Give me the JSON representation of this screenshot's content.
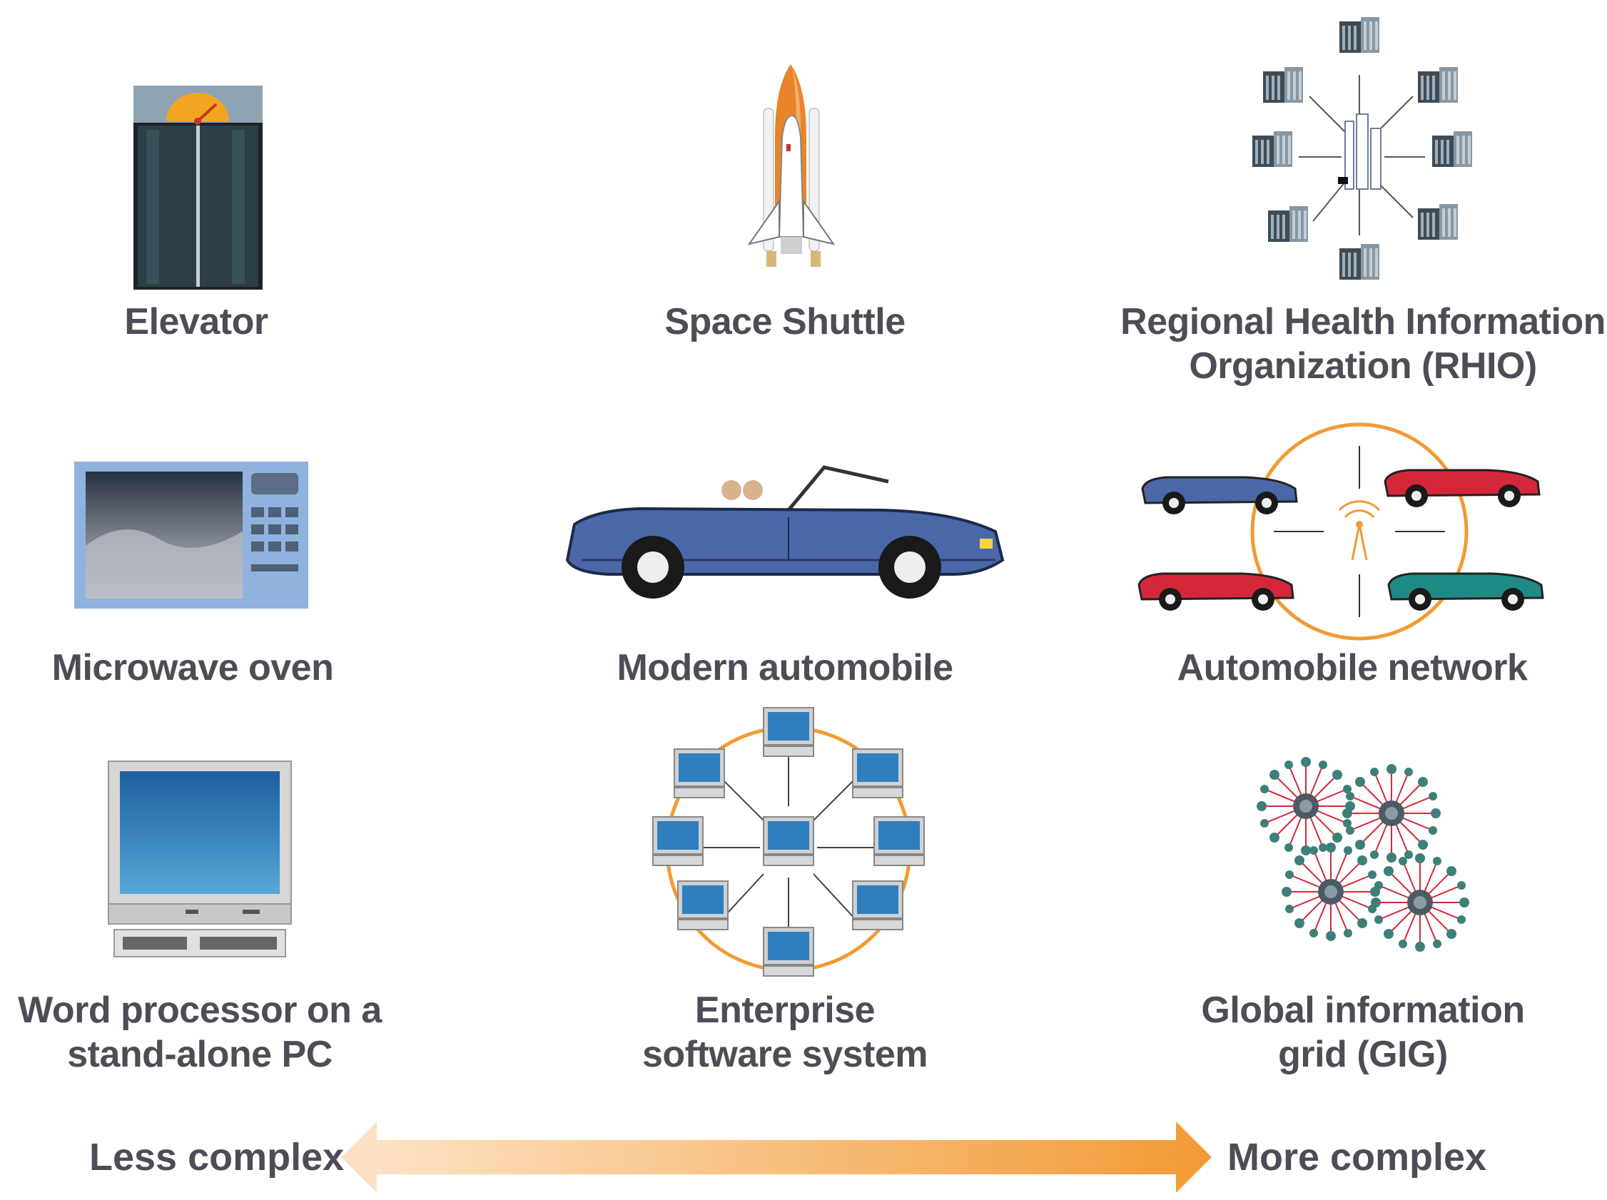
{
  "items": [
    {
      "label": "Elevator",
      "icon": "elevator-icon"
    },
    {
      "label": "Space Shuttle",
      "icon": "space-shuttle-icon"
    },
    {
      "label_lines": [
        "Regional Health Information",
        "Organization (RHIO)"
      ],
      "icon": "rhio-network-icon"
    },
    {
      "label": "Microwave oven",
      "icon": "microwave-oven-icon"
    },
    {
      "label": "Modern automobile",
      "icon": "automobile-icon"
    },
    {
      "label": "Automobile network",
      "icon": "automobile-network-icon"
    },
    {
      "label_lines": [
        "Word processor on a",
        "stand-alone PC"
      ],
      "icon": "desktop-pc-icon"
    },
    {
      "label_lines": [
        "Enterprise",
        "software system"
      ],
      "icon": "enterprise-network-icon"
    },
    {
      "label_lines": [
        "Global information",
        "grid (GIG)"
      ],
      "icon": "global-grid-icon"
    }
  ],
  "scale": {
    "left_label": "Less complex",
    "right_label": "More complex"
  },
  "colors": {
    "text": "#4d4d57",
    "accent_orange": "#f0932b",
    "arrow_light": "#fde4c8",
    "arrow_dark": "#f29a35",
    "monitor_blue": "#1f6fae",
    "car_blue": "#4a67a8",
    "car_red": "#d4283a",
    "car_teal": "#1f8a83"
  }
}
